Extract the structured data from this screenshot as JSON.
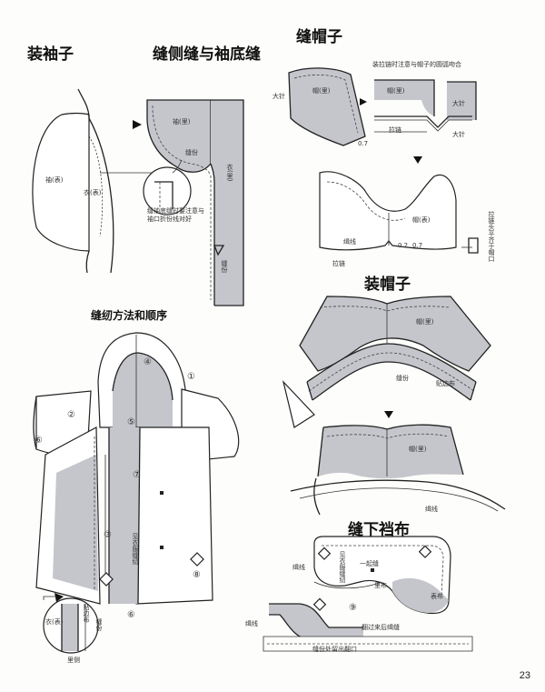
{
  "page_number": "23",
  "sections": {
    "sleeve_attach": {
      "title": "装袖子",
      "labels": {
        "sleeve_right_side": "袖(表)",
        "garment_right_side": "衣(表)"
      }
    },
    "side_seam": {
      "title": "缝侧缝与袖底缝",
      "labels": {
        "lining": "袖(里)",
        "seam": "缝份",
        "body": "衣(里)",
        "hem": "缝份",
        "note": "缝袖底缝时要注意与袖口折份线对好"
      }
    },
    "hood_sew": {
      "title": "缝帽子",
      "labels": {
        "note_top": "装拉链时注意与帽子的圆弧吻合",
        "hood_inner": "帽(里)",
        "hood_inner_2": "帽(里)",
        "hood_body": "帽(表)",
        "zipper": "拉链",
        "zipper_2": "拉链",
        "pin": "大针",
        "pin_2": "大针",
        "pin_left": "大针",
        "measure": "0.7",
        "measure_2": "0.2",
        "measure_3": "0.7",
        "stitch": "缉线",
        "note_right": "拉链头平齐于帽口"
      }
    },
    "hood_attach": {
      "title": "装帽子",
      "labels": {
        "hood_inner": "帽(里)",
        "seam": "缝份",
        "binding": "贴边布",
        "hood_inner_2": "帽(里)",
        "stitch": "缉线"
      }
    },
    "sequence": {
      "title": "缝纫方法和顺序",
      "steps": [
        "①",
        "②",
        "③",
        "④",
        "⑤",
        "⑥",
        "⑦",
        "⑧",
        "⑨",
        "⑥"
      ],
      "labels": {
        "method": "见衣服缝纫",
        "zoom_binding": "贴边布",
        "zoom_seam": "缝份",
        "zoom_garment": "衣(表)",
        "zoom_lining": "里侧"
      }
    },
    "crotch_gusset": {
      "title": "缝下裆布",
      "labels": {
        "stitch": "缉线",
        "method": "见衣服缝纫",
        "inner": "里布",
        "ref": "一起缝",
        "outer": "表布",
        "fold": "翻过来后缉缝",
        "stitch_bottom": "缉线",
        "opening": "缝份处留出翻口"
      }
    }
  }
}
